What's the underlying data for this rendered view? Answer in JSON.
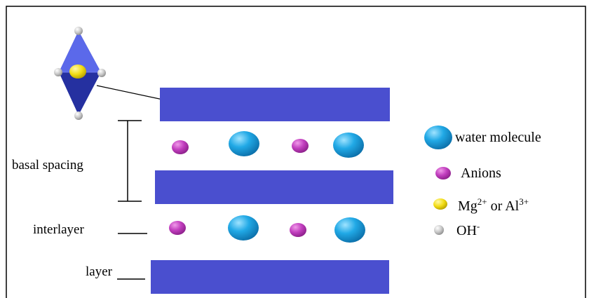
{
  "labels": {
    "basal_spacing": "basal spacing",
    "interlayer": "interlayer",
    "layer": "layer"
  },
  "legend": {
    "water": "water molecule",
    "anions": "Anions",
    "metal_base1": "Mg",
    "metal_sup1": "2+",
    "metal_mid": " or Al",
    "metal_sup2": "3+",
    "hydroxide_base": "OH",
    "hydroxide_sup": "-"
  },
  "colors": {
    "layer": "#4a4fcf",
    "water": "#21a9e6",
    "anion": "#c23fbf",
    "metal": "#f2dc14",
    "hydroxide": "#c9c9c9",
    "octahedron_light": "#5a67e8",
    "octahedron_dark": "#2f3aa8"
  }
}
